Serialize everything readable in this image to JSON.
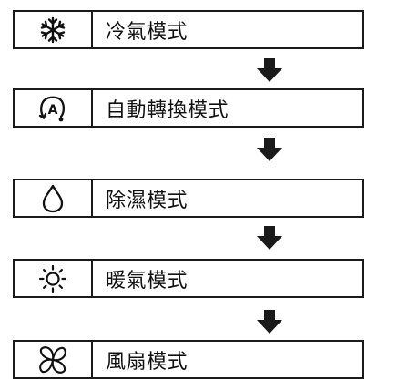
{
  "modes": [
    {
      "label": "冷氣模式",
      "icon": "snowflake-icon"
    },
    {
      "label": "自動轉換模式",
      "icon": "auto-mode-icon"
    },
    {
      "label": "除濕模式",
      "icon": "droplet-icon"
    },
    {
      "label": "暖氣模式",
      "icon": "sun-icon"
    },
    {
      "label": "風扇模式",
      "icon": "fan-icon"
    }
  ],
  "auto_icon_letter": "A",
  "colors": {
    "line": "#1a1a1a",
    "background": "#ffffff"
  }
}
